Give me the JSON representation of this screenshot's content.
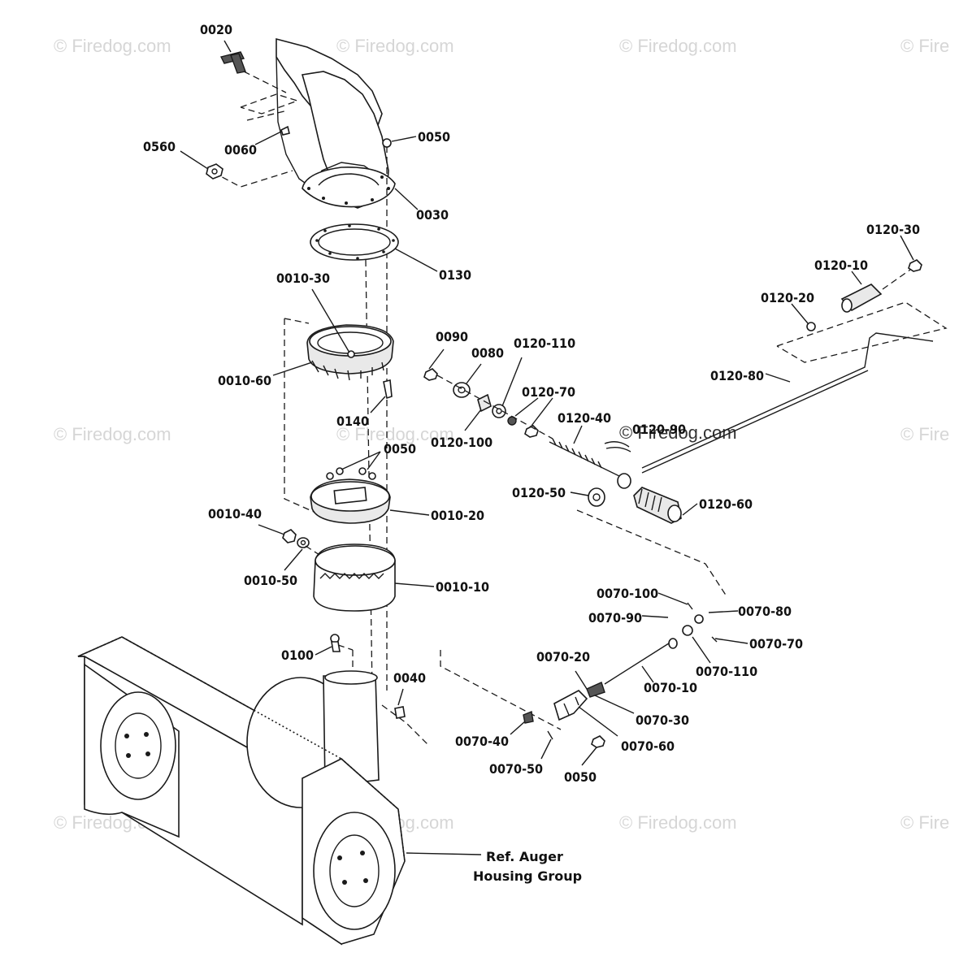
{
  "watermark": {
    "text": "© Firedog.com",
    "partial_text": "© Fire"
  },
  "parts": {
    "p0020": "0020",
    "p0060": "0060",
    "p0560": "0560",
    "p0050_top": "0050",
    "p0030": "0030",
    "p0130": "0130",
    "p0010_30": "0010-30",
    "p0010_60": "0010-60",
    "p0140": "0140",
    "p0050_mid": "0050",
    "p0010_20": "0010-20",
    "p0010_40": "0010-40",
    "p0010_50": "0010-50",
    "p0010_10": "0010-10",
    "p0100": "0100",
    "p0040": "0040",
    "p0090": "0090",
    "p0080": "0080",
    "p0120_110": "0120-110",
    "p0120_70": "0120-70",
    "p0120_100": "0120-100",
    "p0120_40": "0120-40",
    "p0120_90": "0120-90",
    "p0120_50": "0120-50",
    "p0120_60": "0120-60",
    "p0120_30": "0120-30",
    "p0120_10": "0120-10",
    "p0120_20": "0120-20",
    "p0120_80": "0120-80",
    "p0070_100": "0070-100",
    "p0070_80": "0070-80",
    "p0070_90": "0070-90",
    "p0070_70": "0070-70",
    "p0070_110": "0070-110",
    "p0070_20": "0070-20",
    "p0070_10": "0070-10",
    "p0070_30": "0070-30",
    "p0070_40": "0070-40",
    "p0070_60": "0070-60",
    "p0070_50": "0070-50",
    "p0050_low": "0050"
  },
  "reference": {
    "line1": "Ref. Auger",
    "line2": "Housing Group"
  }
}
